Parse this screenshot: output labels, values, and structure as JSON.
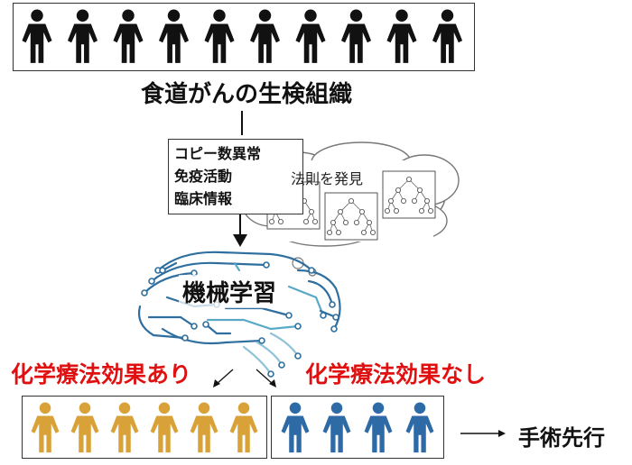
{
  "top_group": {
    "count": 10,
    "color": "#111111"
  },
  "tissue_label": "食道がんの生検組織",
  "features": [
    "コピー数異常",
    "免疫活動",
    "臨床情報"
  ],
  "cloud": {
    "text": "法則を発見",
    "tree_count": 3
  },
  "ml_label": "機械学習",
  "brain_colors": {
    "primary": "#2f6f9f",
    "secondary": "#8fc3d8",
    "accent": "#5aa8c8"
  },
  "groups": [
    {
      "label": "化学療法効果あり",
      "count": 6,
      "color": "#d9a238"
    },
    {
      "label": "化学療法効果なし",
      "count": 4,
      "color": "#2e6aa6"
    }
  ],
  "surgery_label": "手術先行"
}
